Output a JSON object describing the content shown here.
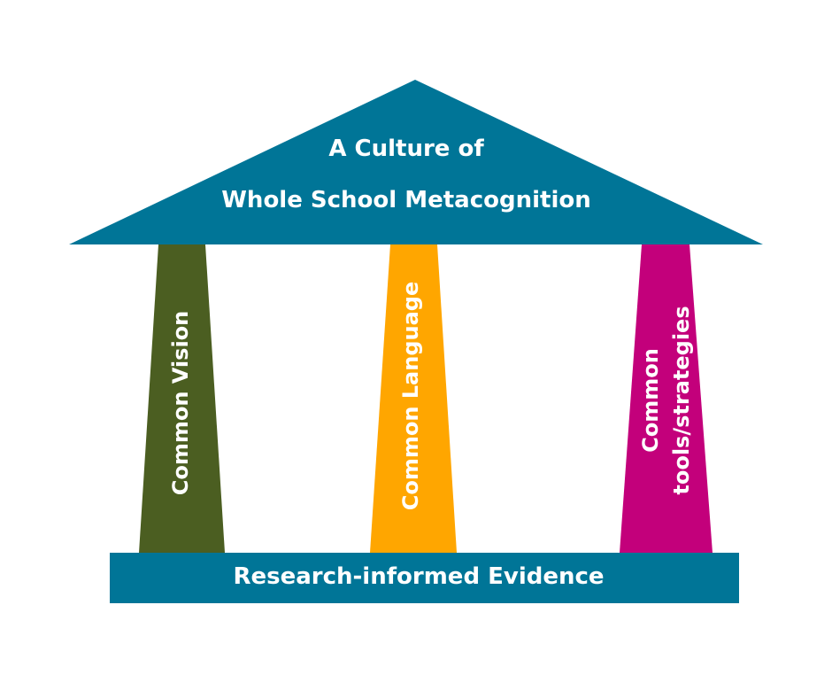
{
  "roof": {
    "line1": "A Culture of",
    "line2": "Whole School Metacognition"
  },
  "pillars": [
    {
      "label": "Common Vision",
      "color": "#4b5e21"
    },
    {
      "label": "Common Language",
      "color": "#ffa600"
    },
    {
      "label_line1": "Common",
      "label_line2": "tools/strategies",
      "color": "#c3007b"
    }
  ],
  "foundation": {
    "label": "Research-informed Evidence"
  },
  "colors": {
    "structure": "#007597",
    "text": "#ffffff"
  }
}
